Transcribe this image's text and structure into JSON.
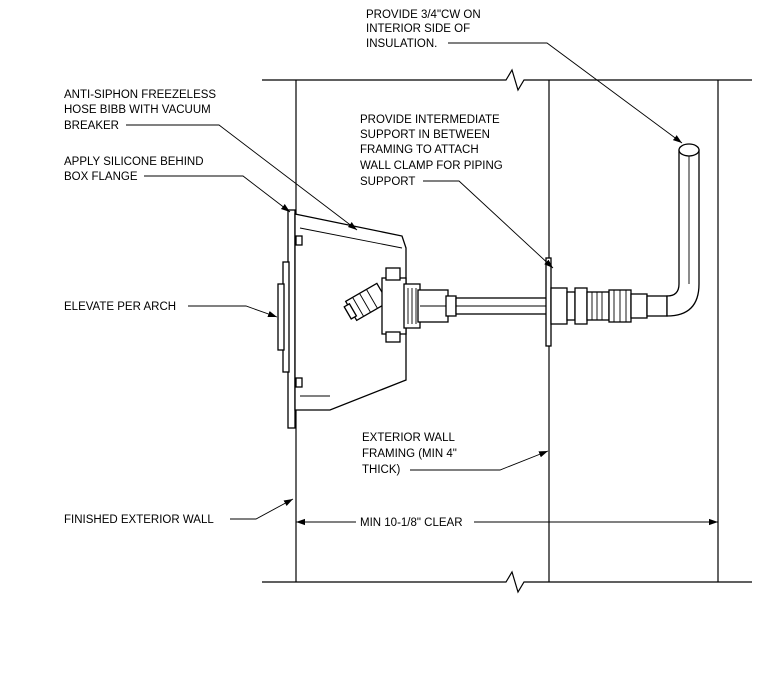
{
  "labels": {
    "cw": [
      "PROVIDE 3/4\"CW ON",
      "INTERIOR SIDE OF",
      "INSULATION."
    ],
    "hose_bibb": [
      "ANTI-SIPHON FREEZELESS",
      "HOSE BIBB WITH VACUUM",
      "BREAKER"
    ],
    "support": [
      "PROVIDE INTERMEDIATE",
      "SUPPORT IN BETWEEN",
      "FRAMING TO ATTACH",
      "WALL CLAMP FOR PIPING",
      "SUPPORT"
    ],
    "silicone": [
      "APPLY SILICONE BEHIND",
      "BOX FLANGE"
    ],
    "elevate": "ELEVATE PER ARCH",
    "framing": [
      "EXTERIOR WALL",
      "FRAMING (MIN 4\"",
      "THICK)"
    ],
    "finished_wall": "FINISHED EXTERIOR WALL",
    "dimension": "MIN 10-1/8\" CLEAR"
  }
}
